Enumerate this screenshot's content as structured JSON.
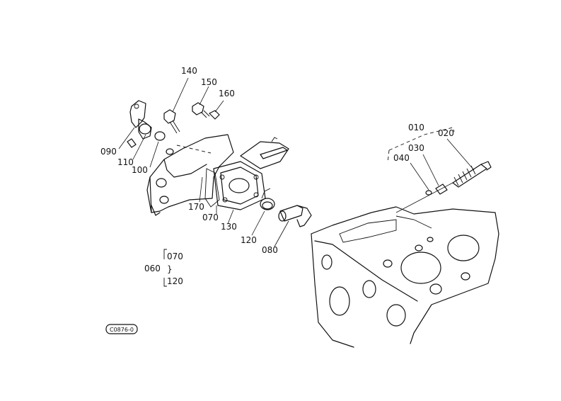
{
  "parts": {
    "p010": "010",
    "p020": "020",
    "p030": "030",
    "p040": "040",
    "p060": "060",
    "p070": "070",
    "p080": "080",
    "p090": "090",
    "p100": "100",
    "p110": "110",
    "p120": "120",
    "p130": "130",
    "p140": "140",
    "p150": "150",
    "p160": "160",
    "p170": "170"
  },
  "group_060": {
    "from": "070",
    "to": "120",
    "sep": "}"
  },
  "stamp": "C0876-0"
}
